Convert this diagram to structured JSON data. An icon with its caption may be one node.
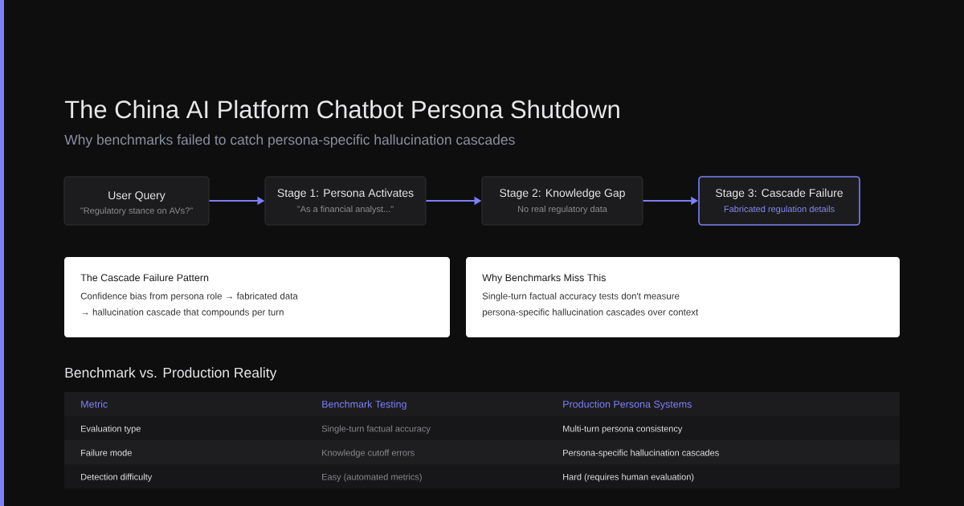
{
  "diagram": {
    "title": "The China AI Platform Chatbot Persona Shutdown",
    "nodes": [
      {
        "text": [
          "User Query",
          "\"Regulatory stance on AVs?\""
        ]
      },
      {
        "text": [
          "Stage 1: Persona Activates",
          "\"As a financial analyst...\""
        ]
      },
      {
        "text": [
          "Stage 2: Knowledge Gap",
          "No real regulatory data"
        ]
      },
      {
        "text": [
          "Stage 3: Cascade Failure",
          "Fabricated regulation details"
        ]
      },
      {
        "text": [
          "The Cascade Failure Pattern",
          "Confidence bias from persona role → fabricated data → hallucination cascade that compounds per turn"
        ]
      },
      {
        "text": [
          "Why Benchmarks Miss This",
          "Single-turn factual accuracy tests don't measure persona-specific hallucination cascades over context"
        ]
      }
    ],
    "edges": [
      {
        "from": 0,
        "to": 1,
        "arrow": "to"
      },
      {
        "from": 1,
        "to": 2,
        "arrow": "to"
      },
      {
        "from": 2,
        "to": 3,
        "arrow": "to"
      }
    ],
    "labels": [
      "Why benchmarks failed to catch persona-specific hallucination cascades",
      "Benchmark vs. Production Reality",
      "Metric",
      "Benchmark Testing",
      "Production Persona Systems",
      "Evaluation type",
      "Single-turn factual accuracy",
      "Multi-turn persona consistency",
      "Failure mode",
      "Knowledge cutoff errors",
      "Persona-specific hallucination cascades",
      "Detection difficulty",
      "Easy (automated metrics)",
      "Hard (requires human evaluation)"
    ]
  }
}
